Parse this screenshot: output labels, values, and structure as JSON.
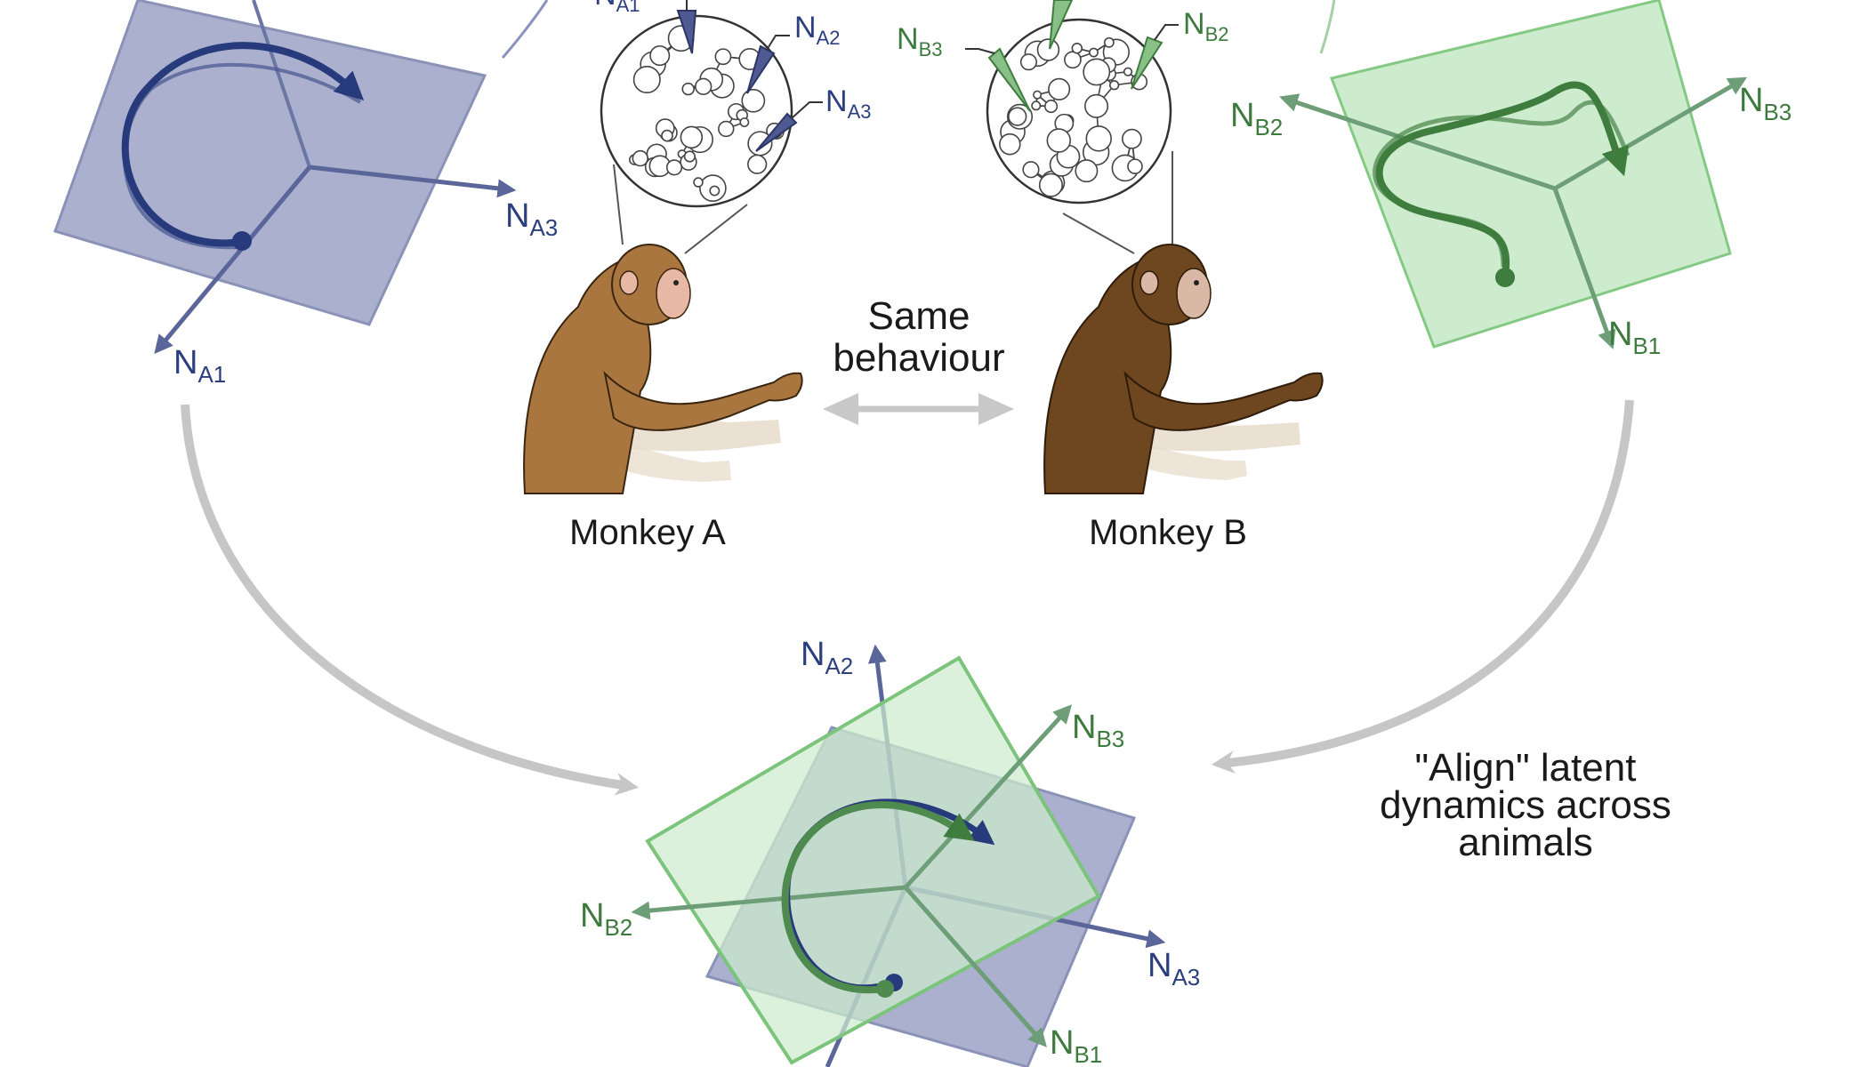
{
  "colors": {
    "monkey_a_plane": "#aab0cd",
    "monkey_a_trajectory": "#263a7c",
    "monkey_b_plane": "#cdeccd",
    "monkey_b_trajectory": "#3e7d3e",
    "connector_arrows": "#c8c8c8",
    "monkey_a_fur": "#a8763e",
    "monkey_b_fur": "#6e4620"
  },
  "axes": {
    "a1": {
      "base": "N",
      "sub": "A1"
    },
    "a2": {
      "base": "N",
      "sub": "A2"
    },
    "a3": {
      "base": "N",
      "sub": "A3"
    },
    "b1": {
      "base": "N",
      "sub": "B1"
    },
    "b2": {
      "base": "N",
      "sub": "B2"
    },
    "b3": {
      "base": "N",
      "sub": "B3"
    }
  },
  "labels": {
    "monkey_a": "Monkey A",
    "monkey_b": "Monkey B",
    "behaviour_line1": "Same",
    "behaviour_line2": "behaviour",
    "align_line1": "\"Align\" latent",
    "align_line2": "dynamics across",
    "align_line3": "animals"
  }
}
